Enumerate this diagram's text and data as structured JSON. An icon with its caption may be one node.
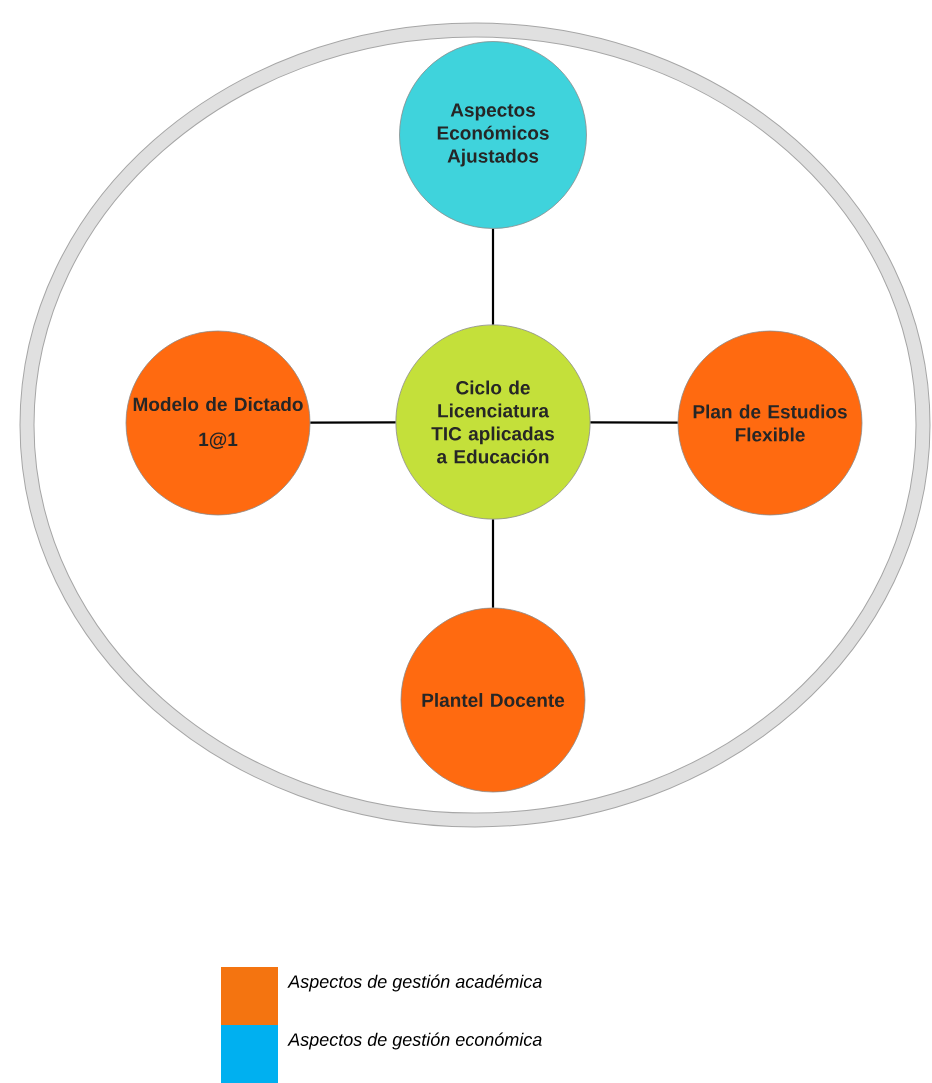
{
  "diagram": {
    "nodes": [
      {
        "text": [
          "Ciclo de Licenciatura TIC aplicadas a Educación"
        ]
      },
      {
        "text": [
          "Aspectos Económicos Ajustados"
        ]
      },
      {
        "text": [
          "Modelo de Dictado",
          "1@1"
        ]
      },
      {
        "text": [
          "Plan de Estudios Flexible"
        ]
      },
      {
        "text": [
          "Plantel Docente"
        ]
      }
    ],
    "edges": [
      {
        "from": 0,
        "to": 1,
        "arrow": "none"
      },
      {
        "from": 0,
        "to": 2,
        "arrow": "none"
      },
      {
        "from": 0,
        "to": 3,
        "arrow": "none"
      },
      {
        "from": 0,
        "to": 4,
        "arrow": "none"
      }
    ],
    "legend": [
      {
        "text": "Aspectos de gestión académica",
        "color": "#f47410"
      },
      {
        "text": "Aspectos de gestión económica",
        "color": "#00b0f0"
      }
    ]
  }
}
